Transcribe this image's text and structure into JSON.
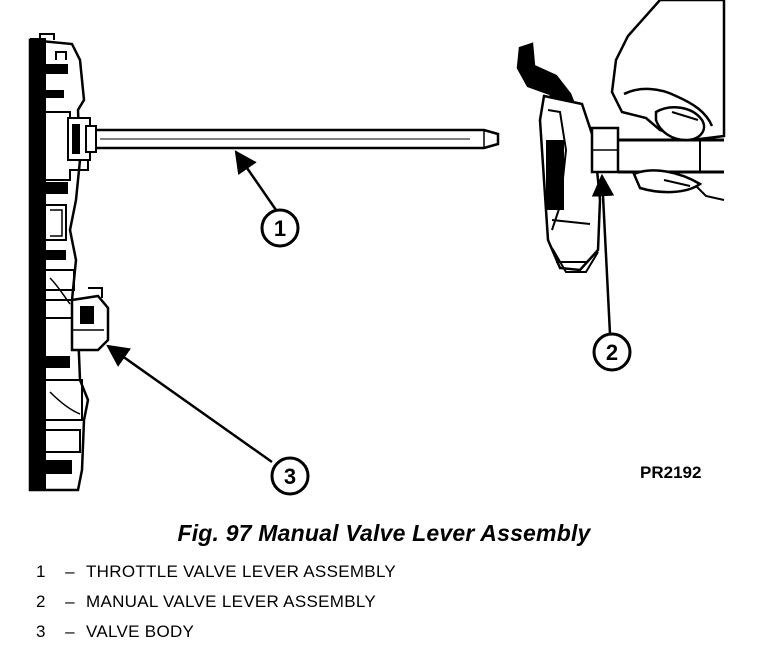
{
  "figure_code": "PR2192",
  "caption": "Fig. 97 Manual Valve Lever Assembly",
  "callouts": [
    {
      "number": "1",
      "label": "THROTTLE VALVE LEVER ASSEMBLY"
    },
    {
      "number": "2",
      "label": "MANUAL VALVE LEVER ASSEMBLY"
    },
    {
      "number": "3",
      "label": "VALVE BODY"
    }
  ],
  "separator": "–"
}
